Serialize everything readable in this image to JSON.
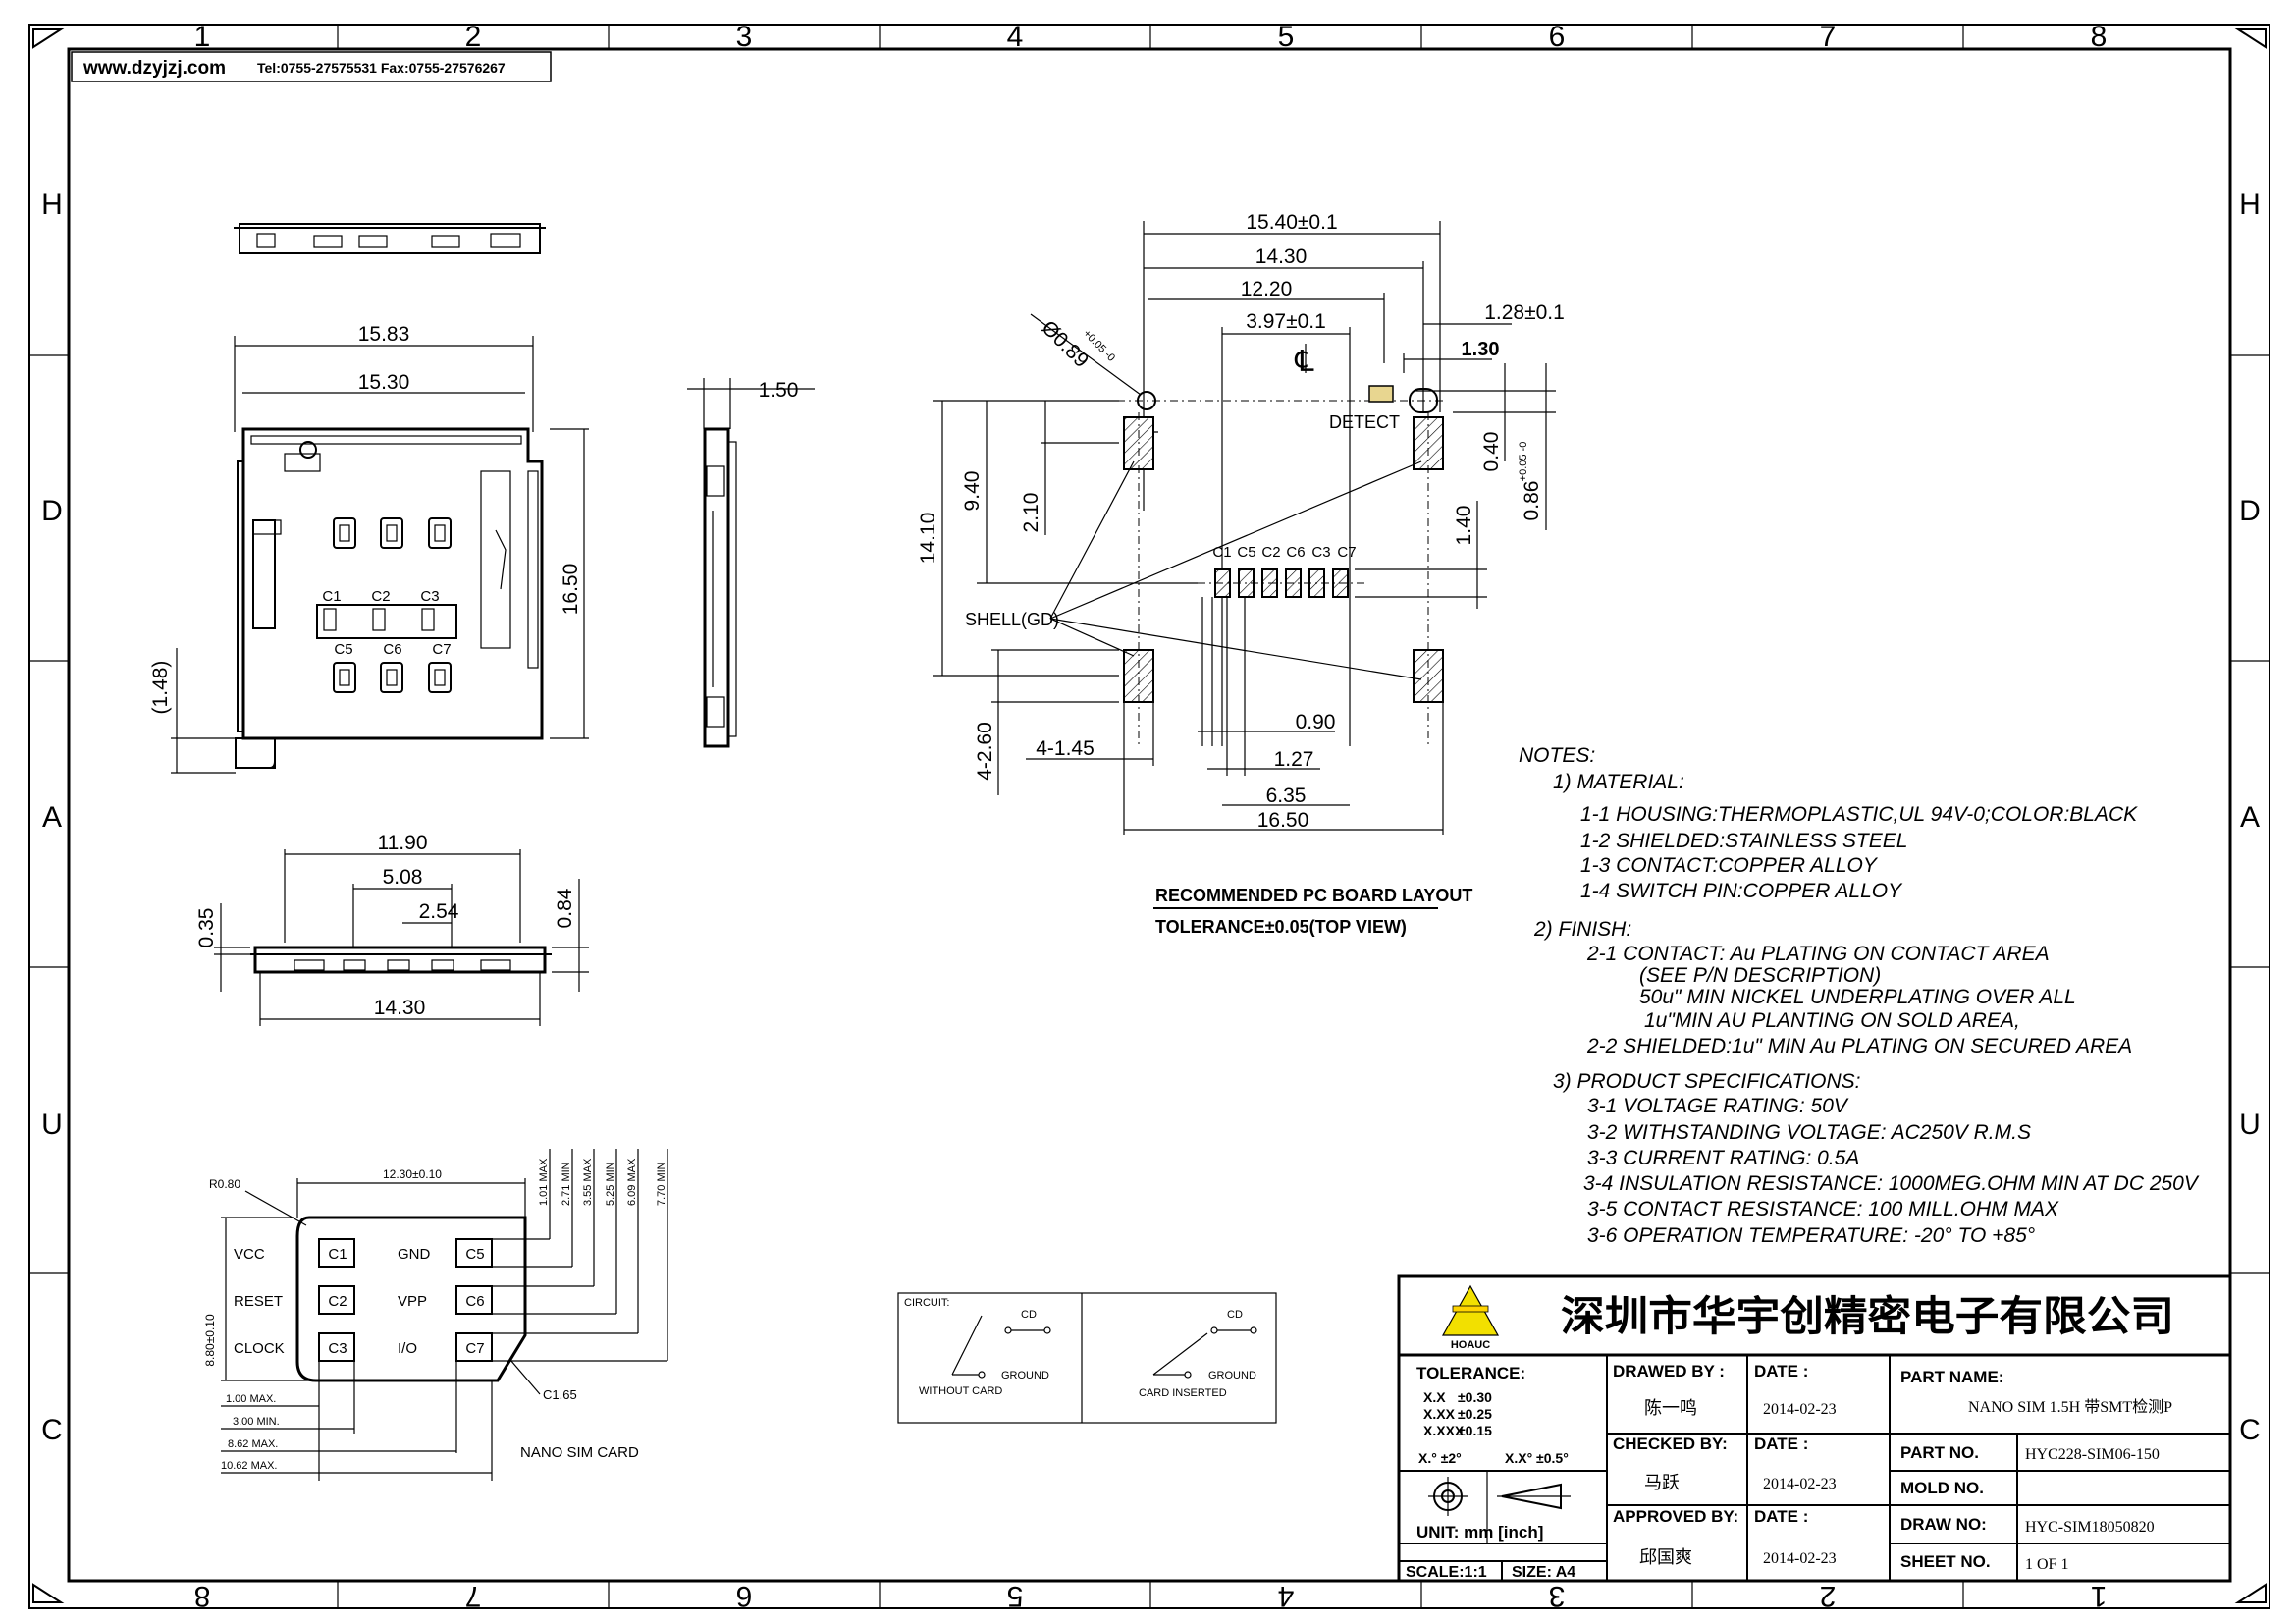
{
  "border": {
    "columns_top": [
      "1",
      "2",
      "3",
      "4",
      "5",
      "6",
      "7",
      "8"
    ],
    "columns_bottom": [
      "8",
      "7",
      "6",
      "5",
      "4",
      "3",
      "2",
      "1"
    ],
    "rows": [
      "H",
      "D",
      "A",
      "U",
      "C"
    ]
  },
  "header": {
    "website": "www.dzyjzj.com",
    "contact": "Tel:0755-27575531 Fax:0755-27576267"
  },
  "top_view": {
    "dims": {
      "width_outer": "15.83",
      "width_inner": "15.30",
      "height": "16.50",
      "offset": "(1.48)"
    },
    "contacts_top": [
      "C1",
      "C2",
      "C3"
    ],
    "contacts_bottom": [
      "C5",
      "C6",
      "C7"
    ]
  },
  "side_view": {
    "thickness": "1.50"
  },
  "front_view": {
    "d1": "11.90",
    "d2": "5.08",
    "d3": "2.54",
    "d4": "14.30",
    "d5": "0.35",
    "d6": "0.84"
  },
  "pcb_layout": {
    "dims": {
      "w1": "15.40±0.1",
      "w2": "14.30",
      "w3": "12.20",
      "w4": "3.97±0.1",
      "w5": "1.28±0.1",
      "w6": "1.30",
      "hole": "Ø0.89",
      "hole_tol": "+0.05 -0",
      "h1": "14.10",
      "h2": "9.40",
      "h3": "2.10",
      "h4": "1.40",
      "v1": "0.40",
      "v2": "0.86",
      "v2_tol": "+0.05 -0",
      "pad": "4-2.60",
      "pad2": "4-1.45",
      "p1": "0.90",
      "p2": "1.27",
      "p3": "6.35",
      "p4": "16.50"
    },
    "contacts": [
      "C1",
      "C5",
      "C2",
      "C6",
      "C3",
      "C7"
    ],
    "label_shell": "SHELL(GD)",
    "label_detect": "DETECT",
    "title": "RECOMMENDED PC BOARD LAYOUT",
    "tolerance": "TOLERANCE±0.05(TOP VIEW)"
  },
  "notes": {
    "title": "NOTES:",
    "lines": [
      "1)  MATERIAL:",
      "1-1  HOUSING:THERMOPLASTIC,UL  94V-0;COLOR:BLACK",
      "1-2  SHIELDED:STAINLESS  STEEL",
      "1-3  CONTACT:COPPER  ALLOY",
      "1-4  SWITCH  PIN:COPPER  ALLOY",
      "2)  FINISH:",
      "2-1  CONTACT:   Au  PLATING  ON  CONTACT  AREA",
      "(SEE  P/N  DESCRIPTION)",
      "50u\"  MIN  NICKEL  UNDERPLATING  OVER  ALL",
      "1u\"MIN  AU  PLANTING  ON  SOLD  AREA,",
      "2-2  SHIELDED:1u\"  MIN  Au  PLATING  ON  SECURED  AREA",
      "3)  PRODUCT  SPECIFICATIONS:",
      "3-1  VOLTAGE  RATING:  50V",
      "3-2  WITHSTANDING  VOLTAGE:  AC250V  R.M.S",
      "3-3  CURRENT  RATING:  0.5A",
      "3-4  INSULATION  RESISTANCE:  1000MEG.OHM  MIN  AT  DC  250V",
      "3-5  CONTACT  RESISTANCE:  100  MILL.OHM  MAX",
      "3-6  OPERATION  TEMPERATURE:  -20°  TO  +85°"
    ]
  },
  "sim_card": {
    "title": "NANO SIM CARD",
    "width": "12.30±0.10",
    "height": "8.80±0.10",
    "radius": "R0.80",
    "chamfer": "C1.65",
    "left_labels": [
      "VCC",
      "RESET",
      "CLOCK"
    ],
    "left_pins": [
      "C1",
      "C2",
      "C3"
    ],
    "right_labels": [
      "GND",
      "VPP",
      "I/O"
    ],
    "right_pins": [
      "C5",
      "C6",
      "C7"
    ],
    "top_dims": [
      "1.01 MAX",
      "2.71 MIN",
      "3.55 MAX",
      "5.25 MIN",
      "6.09 MAX",
      "7.70 MIN"
    ],
    "bottom_dims": [
      "1.00 MAX.",
      "3.00 MIN.",
      "8.62 MAX.",
      "10.62 MAX."
    ]
  },
  "circuit": {
    "label": "CIRCUIT:",
    "cd": "CD",
    "ground": "GROUND",
    "without": "WITHOUT  CARD",
    "inserted": "CARD INSERTED"
  },
  "title_block": {
    "company": "深圳市华宇创精密电子有限公司",
    "logo_text": "HOAUC",
    "tolerance_label": "TOLERANCE:",
    "tol_rows": [
      [
        "X.X",
        "±0.30"
      ],
      [
        "X.XX",
        "±0.25"
      ],
      [
        "X.XXX",
        "±0.15"
      ]
    ],
    "angle_tol": [
      "X.°  ±2°",
      "X.X°  ±0.5°"
    ],
    "unit": "UNIT:  mm  [inch]",
    "scale": "SCALE:1:1",
    "size": "SIZE:  A4",
    "drawn_by_label": "DRAWED  BY :",
    "drawn_by": "陈一鸣",
    "checked_by_label": "CHECKED  BY:",
    "checked_by": "马跃",
    "approved_by_label": "APPROVED  BY:",
    "approved_by": "邱国爽",
    "date_label": "DATE :",
    "date1": "2014-02-23",
    "date2": "2014-02-23",
    "date3": "2014-02-23",
    "part_name_label": "PART  NAME:",
    "part_name": "NANO  SIM  1.5H  带SMT检测P",
    "part_no_label": "PART  NO.",
    "part_no": "HYC228-SIM06-150",
    "mold_no_label": "MOLD  NO.",
    "mold_no": "",
    "draw_no_label": "DRAW  NO:",
    "draw_no": "HYC-SIM18050820",
    "sheet_no_label": "SHEET  NO.",
    "sheet_no": "1  OF  1"
  }
}
